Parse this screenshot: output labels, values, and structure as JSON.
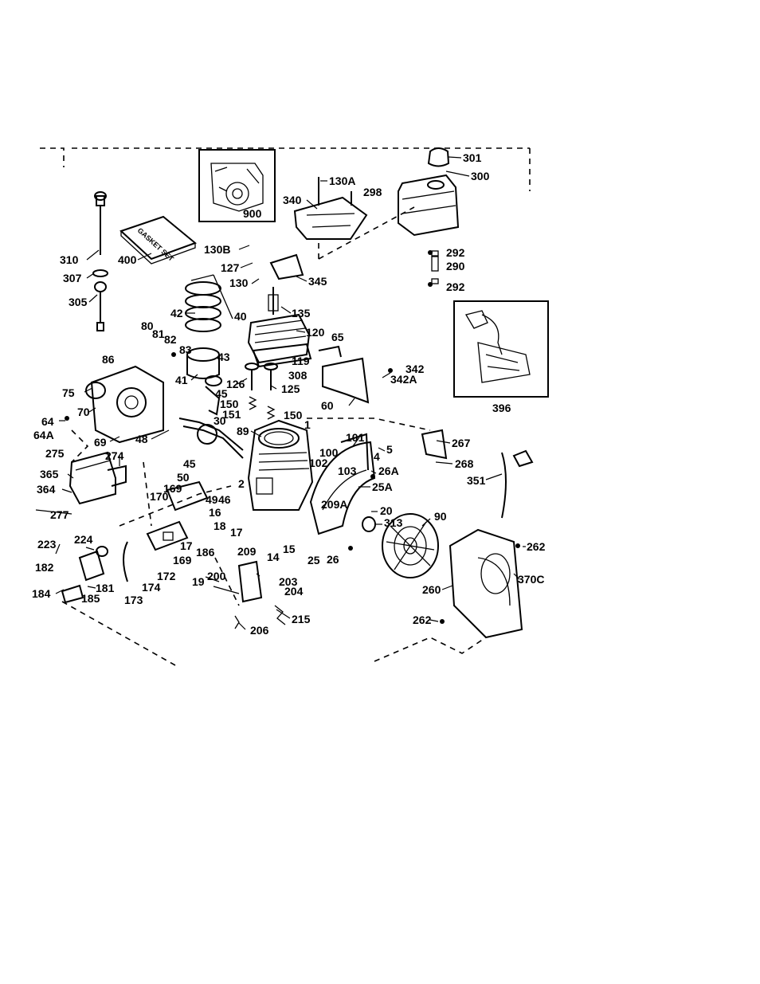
{
  "gasket_set_text": "GASKET SET",
  "callouts": [
    {
      "id": "c301",
      "label": "301"
    },
    {
      "id": "c300",
      "label": "300"
    },
    {
      "id": "c130A",
      "label": "130A"
    },
    {
      "id": "c298",
      "label": "298"
    },
    {
      "id": "c340",
      "label": "340"
    },
    {
      "id": "c900",
      "label": "900"
    },
    {
      "id": "c310",
      "label": "310"
    },
    {
      "id": "c400",
      "label": "400"
    },
    {
      "id": "c130B",
      "label": "130B"
    },
    {
      "id": "c292a",
      "label": "292"
    },
    {
      "id": "c290",
      "label": "290"
    },
    {
      "id": "c292b",
      "label": "292"
    },
    {
      "id": "c307",
      "label": "307"
    },
    {
      "id": "c127",
      "label": "127"
    },
    {
      "id": "c130",
      "label": "130"
    },
    {
      "id": "c345",
      "label": "345"
    },
    {
      "id": "c305",
      "label": "305"
    },
    {
      "id": "c42",
      "label": "42"
    },
    {
      "id": "c40",
      "label": "40"
    },
    {
      "id": "c135",
      "label": "135"
    },
    {
      "id": "c120",
      "label": "120"
    },
    {
      "id": "c80",
      "label": "80"
    },
    {
      "id": "c81",
      "label": "81"
    },
    {
      "id": "c82",
      "label": "82"
    },
    {
      "id": "c65",
      "label": "65"
    },
    {
      "id": "c83",
      "label": "83"
    },
    {
      "id": "c43",
      "label": "43"
    },
    {
      "id": "c119",
      "label": "119"
    },
    {
      "id": "c86",
      "label": "86"
    },
    {
      "id": "c41",
      "label": "41"
    },
    {
      "id": "c126",
      "label": "126"
    },
    {
      "id": "c308",
      "label": "308"
    },
    {
      "id": "c342",
      "label": "342"
    },
    {
      "id": "c342A",
      "label": "342A"
    },
    {
      "id": "c75",
      "label": "75"
    },
    {
      "id": "c45a",
      "label": "45"
    },
    {
      "id": "c125",
      "label": "125"
    },
    {
      "id": "c60",
      "label": "60"
    },
    {
      "id": "c396",
      "label": "396"
    },
    {
      "id": "c70",
      "label": "70"
    },
    {
      "id": "c150a",
      "label": "150"
    },
    {
      "id": "c151",
      "label": "151"
    },
    {
      "id": "c150b",
      "label": "150"
    },
    {
      "id": "c64",
      "label": "64"
    },
    {
      "id": "c30",
      "label": "30"
    },
    {
      "id": "c64A",
      "label": "64A"
    },
    {
      "id": "c69",
      "label": "69"
    },
    {
      "id": "c48",
      "label": "48"
    },
    {
      "id": "c89",
      "label": "89"
    },
    {
      "id": "c1",
      "label": "1"
    },
    {
      "id": "c101",
      "label": "101"
    },
    {
      "id": "c267",
      "label": "267"
    },
    {
      "id": "c275",
      "label": "275"
    },
    {
      "id": "c274",
      "label": "274"
    },
    {
      "id": "c100",
      "label": "100"
    },
    {
      "id": "c5",
      "label": "5"
    },
    {
      "id": "c4",
      "label": "4"
    },
    {
      "id": "c45b",
      "label": "45"
    },
    {
      "id": "c102",
      "label": "102"
    },
    {
      "id": "c268",
      "label": "268"
    },
    {
      "id": "c365",
      "label": "365"
    },
    {
      "id": "c50",
      "label": "50"
    },
    {
      "id": "c2",
      "label": "2"
    },
    {
      "id": "c103",
      "label": "103"
    },
    {
      "id": "c26A",
      "label": "26A"
    },
    {
      "id": "c351",
      "label": "351"
    },
    {
      "id": "c364",
      "label": "364"
    },
    {
      "id": "c169a",
      "label": "169"
    },
    {
      "id": "c25A",
      "label": "25A"
    },
    {
      "id": "c277",
      "label": "277"
    },
    {
      "id": "c170",
      "label": "170"
    },
    {
      "id": "c49",
      "label": "49"
    },
    {
      "id": "c46",
      "label": "46"
    },
    {
      "id": "c209A",
      "label": "209A"
    },
    {
      "id": "c16",
      "label": "16"
    },
    {
      "id": "c20",
      "label": "20"
    },
    {
      "id": "c90",
      "label": "90"
    },
    {
      "id": "c18",
      "label": "18"
    },
    {
      "id": "c17a",
      "label": "17"
    },
    {
      "id": "c313",
      "label": "313"
    },
    {
      "id": "c223",
      "label": "223"
    },
    {
      "id": "c224",
      "label": "224"
    },
    {
      "id": "c17b",
      "label": "17"
    },
    {
      "id": "c186",
      "label": "186"
    },
    {
      "id": "c209",
      "label": "209"
    },
    {
      "id": "c15",
      "label": "15"
    },
    {
      "id": "c262a",
      "label": "262"
    },
    {
      "id": "c182",
      "label": "182"
    },
    {
      "id": "c169b",
      "label": "169"
    },
    {
      "id": "c14",
      "label": "14"
    },
    {
      "id": "c25",
      "label": "25"
    },
    {
      "id": "c26",
      "label": "26"
    },
    {
      "id": "c172",
      "label": "172"
    },
    {
      "id": "c200",
      "label": "200"
    },
    {
      "id": "c370C",
      "label": "370C"
    },
    {
      "id": "c181",
      "label": "181"
    },
    {
      "id": "c19",
      "label": "19"
    },
    {
      "id": "c174",
      "label": "174"
    },
    {
      "id": "c203",
      "label": "203"
    },
    {
      "id": "c204",
      "label": "204"
    },
    {
      "id": "c260",
      "label": "260"
    },
    {
      "id": "c184",
      "label": "184"
    },
    {
      "id": "c185",
      "label": "185"
    },
    {
      "id": "c173",
      "label": "173"
    },
    {
      "id": "c262b",
      "label": "262"
    },
    {
      "id": "c215",
      "label": "215"
    },
    {
      "id": "c206",
      "label": "206"
    }
  ]
}
